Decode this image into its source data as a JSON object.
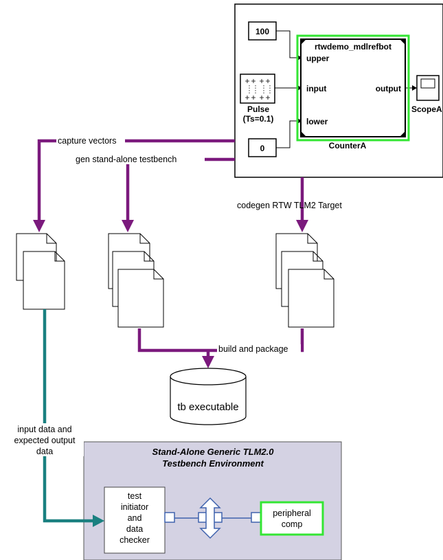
{
  "simulink_model": {
    "const_upper_value": "100",
    "const_lower_value": "0",
    "pulse_label_line1": "Pulse",
    "pulse_label_line2": "(Ts=0.1)",
    "subsystem_name": "rtwdemo_mdlrefbot",
    "port_upper": "upper",
    "port_input": "input",
    "port_lower": "lower",
    "port_output": "output",
    "subsystem_label": "CounterA",
    "scope_label": "ScopeA"
  },
  "flow_labels": {
    "capture_vectors": "capture vectors",
    "gen_testbench": "gen stand-alone testbench",
    "codegen": "codegen RTW TLM2 Target",
    "build_package": "build and package",
    "input_data_line1": "input data and",
    "input_data_line2": "expected output",
    "input_data_line3": "data"
  },
  "database": {
    "label": "tb executable"
  },
  "environment": {
    "title_line1": "Stand-Alone Generic TLM2.0",
    "title_line2": "Testbench Environment",
    "tester_line1": "test",
    "tester_line2": "initiator",
    "tester_line3": "and",
    "tester_line4": "data",
    "tester_line5": "checker",
    "peripheral_line1": "peripheral",
    "peripheral_line2": "comp"
  },
  "colors": {
    "purple_arrow": "#7b1a7d",
    "teal_arrow": "#1a8080",
    "env_background": "#d4d2e3",
    "highlight_green": "#33e633",
    "bus_blue": "#3f62ad"
  }
}
